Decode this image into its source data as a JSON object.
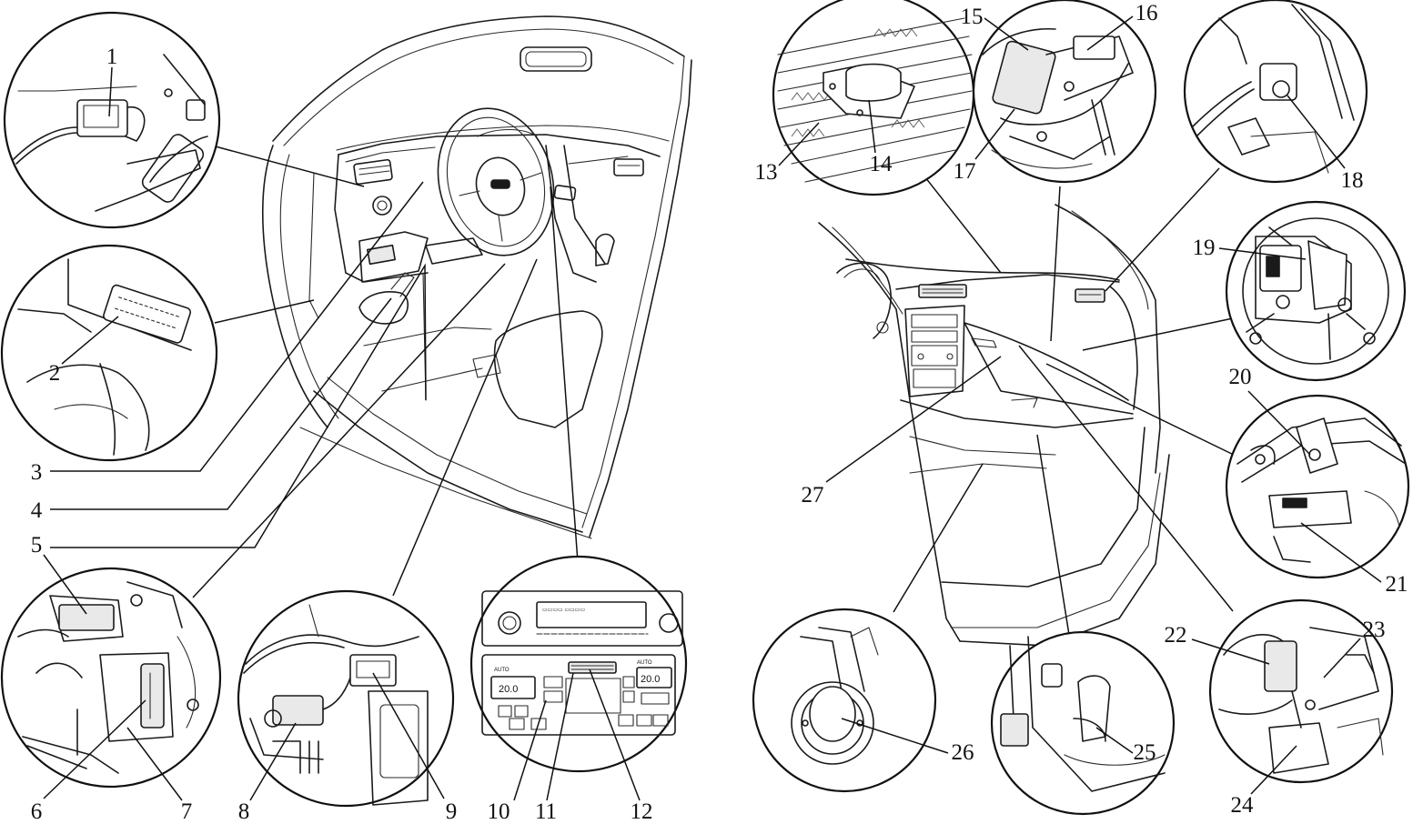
{
  "callouts": [
    {
      "id": "1",
      "label": "1"
    },
    {
      "id": "2",
      "label": "2"
    },
    {
      "id": "3",
      "label": "3"
    },
    {
      "id": "4",
      "label": "4"
    },
    {
      "id": "5",
      "label": "5"
    },
    {
      "id": "6",
      "label": "6"
    },
    {
      "id": "7",
      "label": "7"
    },
    {
      "id": "8",
      "label": "8"
    },
    {
      "id": "9",
      "label": "9"
    },
    {
      "id": "10",
      "label": "10"
    },
    {
      "id": "11",
      "label": "11"
    },
    {
      "id": "12",
      "label": "12"
    },
    {
      "id": "13",
      "label": "13"
    },
    {
      "id": "14",
      "label": "14"
    },
    {
      "id": "15",
      "label": "15"
    },
    {
      "id": "16",
      "label": "16"
    },
    {
      "id": "17",
      "label": "17"
    },
    {
      "id": "18",
      "label": "18"
    },
    {
      "id": "19",
      "label": "19"
    },
    {
      "id": "20",
      "label": "20"
    },
    {
      "id": "21",
      "label": "21"
    },
    {
      "id": "22",
      "label": "22"
    },
    {
      "id": "23",
      "label": "23"
    },
    {
      "id": "24",
      "label": "24"
    },
    {
      "id": "25",
      "label": "25"
    },
    {
      "id": "26",
      "label": "26"
    },
    {
      "id": "27",
      "label": "27"
    }
  ],
  "climate_panel": {
    "left_temp": "20.0",
    "right_temp": "20.0",
    "auto_left": "AUTO",
    "auto_right": "AUTO"
  }
}
